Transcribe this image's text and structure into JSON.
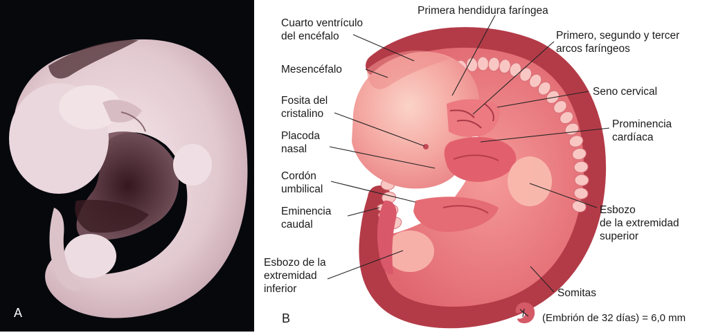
{
  "panels": {
    "a_letter": "A",
    "b_letter": "B"
  },
  "labels": {
    "cuarto_ventriculo": [
      "Cuarto ventrículo",
      "del encéfalo"
    ],
    "primera_hendidura": [
      "Primera hendidura faríngea"
    ],
    "arcos_faringeos": [
      "Primero, segundo y tercer",
      "arcos faríngeos"
    ],
    "mesencefalo": [
      "Mesencéfalo"
    ],
    "seno_cervical": [
      "Seno cervical"
    ],
    "fosita_cristalino": [
      "Fosita del",
      "cristalino"
    ],
    "prominencia_cardiaca": [
      "Prominencia",
      "cardíaca"
    ],
    "placoda_nasal": [
      "Placoda",
      "nasal"
    ],
    "cordon_umbilical": [
      "Cordón",
      "umbilical"
    ],
    "eminencia_caudal": [
      "Eminencia",
      "caudal"
    ],
    "esbozo_superior": [
      "Esbozo",
      "de la extremidad",
      "superior"
    ],
    "esbozo_inferior": [
      "Esbozo de la",
      "extremidad",
      "inferior"
    ],
    "somitas": [
      "Somitas"
    ]
  },
  "scale_note": "(Embrión de 32 días) = 6,0 mm",
  "colors": {
    "photo_background": "#06080c",
    "embryo_photo": "#e7d3d9",
    "embryo_outer": "#b83c49",
    "embryo_body": "#e46b73",
    "embryo_light": "#f6b6ad",
    "somite": "#f9c7c3",
    "leader_line": "#222222"
  }
}
